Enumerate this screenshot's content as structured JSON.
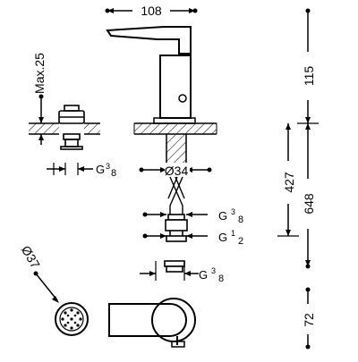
{
  "dimensions": {
    "top_width": "108",
    "spout_height": "115",
    "max_plate": "Max.25",
    "base_diameter": "Ø34",
    "thread_left": "G",
    "thread_left_num": "3",
    "thread_left_den": "8",
    "level_427": "427",
    "level_648": "648",
    "thread_upper": "G",
    "thread_upper_num": "3",
    "thread_upper_den": "8",
    "thread_middle": "G",
    "thread_middle_num": "1",
    "thread_middle_den": "2",
    "thread_lower": "G",
    "thread_lower_num": "3",
    "thread_lower_den": "8",
    "drain_diameter": "Ø37",
    "bottom_height": "72"
  },
  "colors": {
    "line": "#000000",
    "background": "#ffffff"
  }
}
